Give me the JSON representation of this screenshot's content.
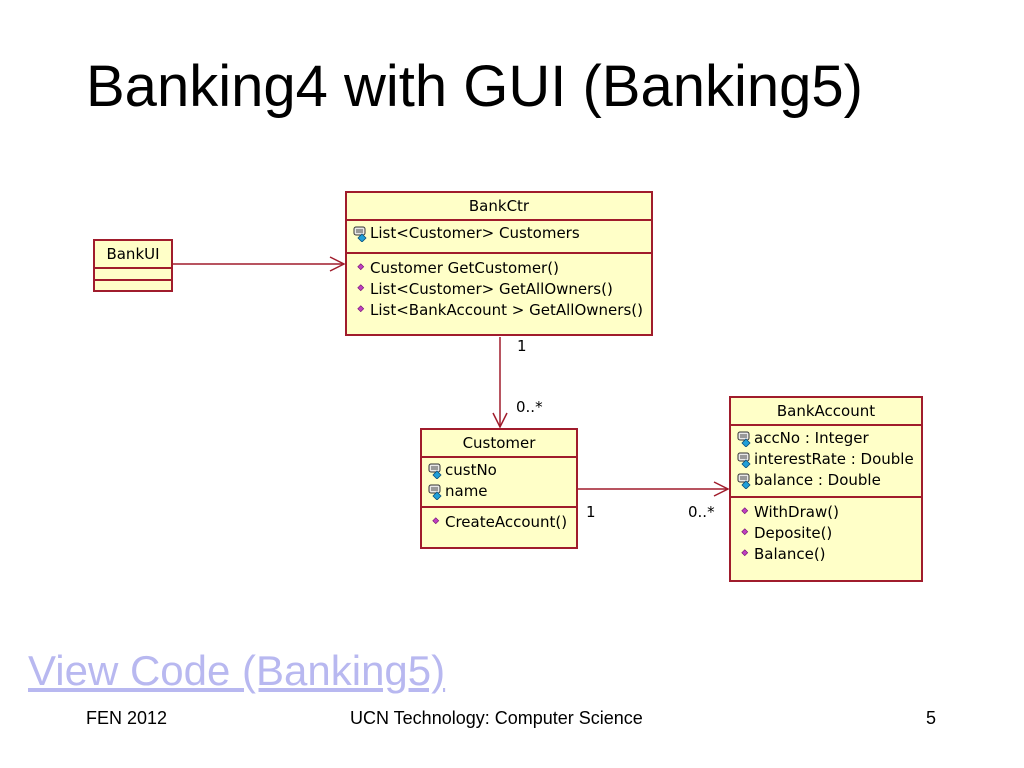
{
  "slide": {
    "title": "Banking4 with GUI (Banking5)",
    "link_text": "View Code (Banking5)",
    "footer_left": "FEN 2012",
    "footer_center": "UCN Technology: Computer Science",
    "footer_right": "5"
  },
  "colors": {
    "class_fill": "#ffffc8",
    "class_border": "#a01c2c",
    "association": "#a01c2c",
    "link": "#b8b8f0"
  },
  "diagram": {
    "classes": {
      "bankui": {
        "name": "BankUI",
        "attributes": [],
        "operations": []
      },
      "bankctr": {
        "name": "BankCtr",
        "attributes": [
          "List<Customer> Customers"
        ],
        "operations": [
          "Customer GetCustomer()",
          "List<Customer> GetAllOwners()",
          "List<BankAccount > GetAllOwners()"
        ]
      },
      "customer": {
        "name": "Customer",
        "attributes": [
          "custNo",
          "name"
        ],
        "operations": [
          "CreateAccount()"
        ]
      },
      "bankaccount": {
        "name": "BankAccount",
        "attributes": [
          "accNo : Integer",
          "interestRate : Double",
          "balance : Double"
        ],
        "operations": [
          "WithDraw()",
          "Deposite()",
          "Balance()"
        ]
      }
    },
    "associations": [
      {
        "from": "BankUI",
        "to": "BankCtr",
        "from_mult": "",
        "to_mult": ""
      },
      {
        "from": "BankCtr",
        "to": "Customer",
        "from_mult": "1",
        "to_mult": "0..*"
      },
      {
        "from": "Customer",
        "to": "BankAccount",
        "from_mult": "1",
        "to_mult": "0..*"
      }
    ],
    "icons": {
      "attribute": "private-attribute-icon",
      "operation": "public-operation-icon"
    }
  }
}
